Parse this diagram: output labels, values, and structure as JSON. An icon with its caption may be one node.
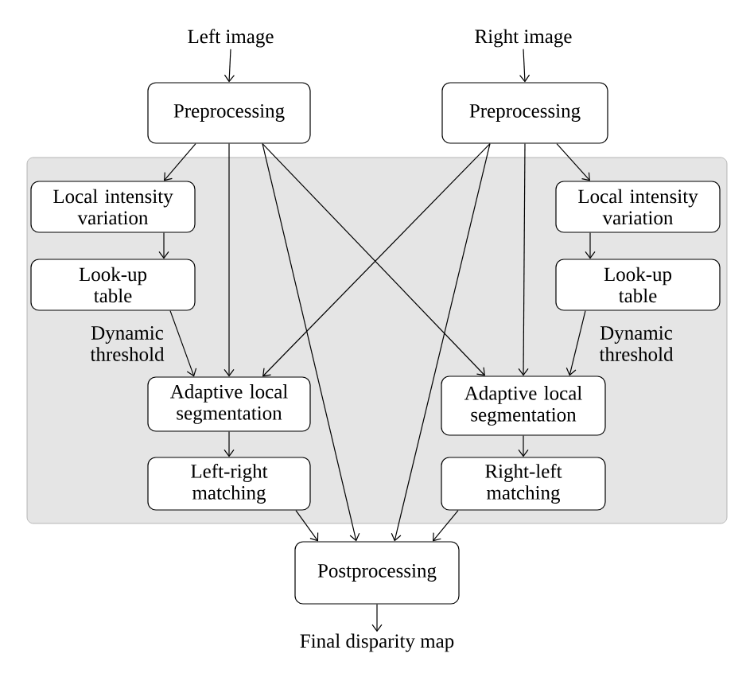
{
  "diagram": {
    "nodes": [
      {
        "text": [
          "Left image"
        ]
      },
      {
        "text": [
          "Right image"
        ]
      },
      {
        "text": [
          "Preprocessing"
        ]
      },
      {
        "text": [
          "Preprocessing"
        ]
      },
      {
        "text": [],
        "shape": "box"
      },
      {
        "text": [
          "Local intensity variation"
        ],
        "in": 4
      },
      {
        "text": [
          "Local intensity variation"
        ],
        "in": 4
      },
      {
        "text": [
          "Look-up table"
        ],
        "in": 4
      },
      {
        "text": [
          "Look-up table"
        ],
        "in": 4
      },
      {
        "text": [
          "Adaptive local segmentation"
        ],
        "in": 4
      },
      {
        "text": [
          "Adaptive local segmentation"
        ],
        "in": 4
      },
      {
        "text": [
          "Left-right matching"
        ],
        "in": 4
      },
      {
        "text": [
          "Right-left matching"
        ],
        "in": 4
      },
      {
        "text": [
          "Postprocessing"
        ]
      },
      {
        "text": [
          "Final disparity map"
        ]
      }
    ],
    "edges": [
      {
        "from": 0,
        "to": 2,
        "arrow": "to"
      },
      {
        "from": 1,
        "to": 3,
        "arrow": "to"
      },
      {
        "from": 2,
        "to": 5,
        "arrow": "to"
      },
      {
        "from": 5,
        "to": 7,
        "arrow": "to"
      },
      {
        "from": 7,
        "to": 9,
        "arrow": "to",
        "label": "Dynamic threshold"
      },
      {
        "from": 2,
        "to": 9,
        "arrow": "to"
      },
      {
        "from": 2,
        "to": 13,
        "arrow": "to"
      },
      {
        "from": 2,
        "to": 10,
        "arrow": "to"
      },
      {
        "from": 3,
        "to": 6,
        "arrow": "to"
      },
      {
        "from": 6,
        "to": 8,
        "arrow": "to"
      },
      {
        "from": 8,
        "to": 10,
        "arrow": "to",
        "label": "Dynamic threshold"
      },
      {
        "from": 3,
        "to": 10,
        "arrow": "to"
      },
      {
        "from": 3,
        "to": 9,
        "arrow": "to"
      },
      {
        "from": 3,
        "to": 13,
        "arrow": "to"
      },
      {
        "from": 9,
        "to": 11,
        "arrow": "to"
      },
      {
        "from": 10,
        "to": 12,
        "arrow": "to"
      },
      {
        "from": 11,
        "to": 13,
        "arrow": "to"
      },
      {
        "from": 12,
        "to": 13,
        "arrow": "to"
      },
      {
        "from": 13,
        "to": 14,
        "arrow": "to"
      }
    ]
  }
}
